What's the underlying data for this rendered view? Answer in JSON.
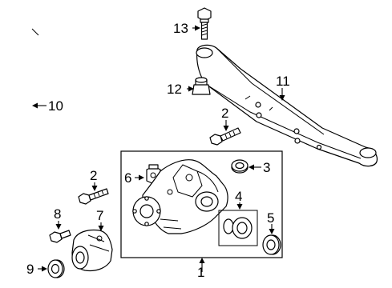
{
  "callouts": {
    "c1": "1",
    "c2a": "2",
    "c2b": "2",
    "c3": "3",
    "c4": "4",
    "c5": "5",
    "c6": "6",
    "c7": "7",
    "c8": "8",
    "c9": "9",
    "c10": "10",
    "c11": "11",
    "c12": "12",
    "c13": "13"
  },
  "colors": {
    "line": "#000000",
    "background": "#ffffff"
  }
}
